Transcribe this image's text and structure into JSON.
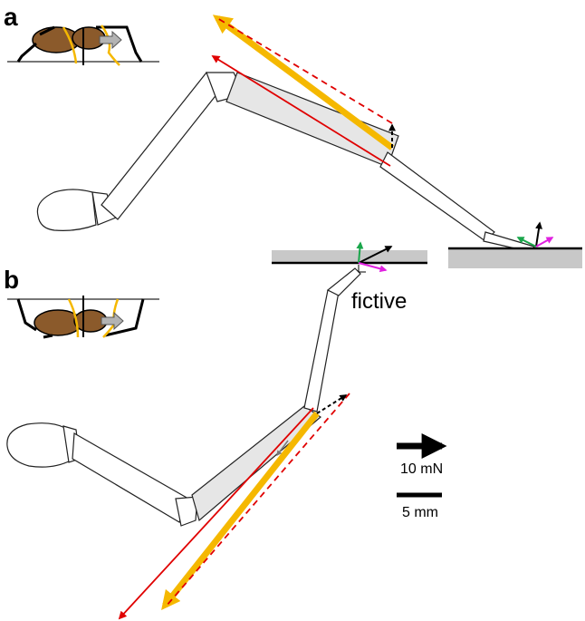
{
  "panels": {
    "a": {
      "letter": "a"
    },
    "b": {
      "letter": "b",
      "annotation": "fictive"
    }
  },
  "scale_bars": {
    "force": {
      "label": "10 mN"
    },
    "length": {
      "label": "5 mm"
    }
  },
  "colors": {
    "orange": "#f5b800",
    "red": "#e00000",
    "green": "#1aa64b",
    "magenta": "#e020e0",
    "grey_surface": "#c8c8c8",
    "body_brown": "#8b5a2b",
    "arrow_grey": "#b3b3b3"
  }
}
